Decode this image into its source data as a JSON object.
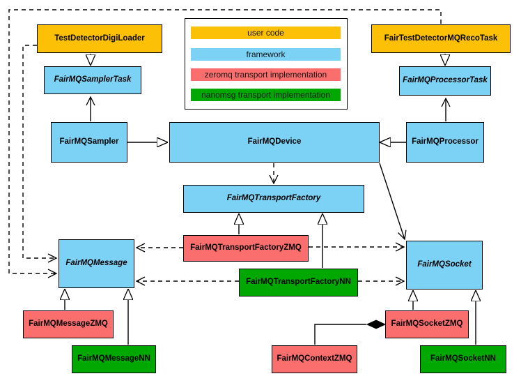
{
  "diagram": {
    "kind": "UML class diagram",
    "subject": "FairMQ framework transport classes"
  },
  "colors": {
    "user_code": "#FCC107",
    "framework": "#7CD2F5",
    "zeromq": "#FA6E6E",
    "nanomsg": "#01A801",
    "border": "#000000",
    "background": "#FFFFFF"
  },
  "legend": {
    "items": [
      {
        "label": "user code",
        "color": "#FCC107"
      },
      {
        "label": "framework",
        "color": "#7CD2F5"
      },
      {
        "label": "zeromq transport implementation",
        "color": "#FA6E6E"
      },
      {
        "label": "nanomsg transport implementation",
        "color": "#01A801"
      }
    ]
  },
  "classes": {
    "testDetectorDigiLoader": {
      "label": "TestDetectorDigiLoader",
      "category": "user_code",
      "abstract": false
    },
    "fairTestDetectorMQRecoTask": {
      "label": "FairTestDetectorMQRecoTask",
      "category": "user_code",
      "abstract": false
    },
    "fairMQSamplerTask": {
      "label": "FairMQSamplerTask",
      "category": "framework",
      "abstract": true
    },
    "fairMQProcessorTask": {
      "label": "FairMQProcessorTask",
      "category": "framework",
      "abstract": true
    },
    "fairMQSampler": {
      "label": "FairMQSampler",
      "category": "framework",
      "abstract": false
    },
    "fairMQDevice": {
      "label": "FairMQDevice",
      "category": "framework",
      "abstract": false
    },
    "fairMQProcessor": {
      "label": "FairMQProcessor",
      "category": "framework",
      "abstract": false
    },
    "fairMQTransportFactory": {
      "label": "FairMQTransportFactory",
      "category": "framework",
      "abstract": true
    },
    "fairMQTransportFactoryZMQ": {
      "label": "FairMQTransportFactoryZMQ",
      "category": "zeromq",
      "abstract": false
    },
    "fairMQTransportFactoryNN": {
      "label": "FairMQTransportFactoryNN",
      "category": "nanomsg",
      "abstract": false
    },
    "fairMQMessage": {
      "label": "FairMQMessage",
      "category": "framework",
      "abstract": true
    },
    "fairMQSocket": {
      "label": "FairMQSocket",
      "category": "framework",
      "abstract": true
    },
    "fairMQMessageZMQ": {
      "label": "FairMQMessageZMQ",
      "category": "zeromq",
      "abstract": false
    },
    "fairMQMessageNN": {
      "label": "FairMQMessageNN",
      "category": "nanomsg",
      "abstract": false
    },
    "fairMQSocketZMQ": {
      "label": "FairMQSocketZMQ",
      "category": "zeromq",
      "abstract": false
    },
    "fairMQSocketNN": {
      "label": "FairMQSocketNN",
      "category": "nanomsg",
      "abstract": false
    },
    "fairMQContextZMQ": {
      "label": "FairMQContextZMQ",
      "category": "zeromq",
      "abstract": false
    }
  },
  "relationships": [
    {
      "from": "TestDetectorDigiLoader",
      "to": "FairMQSamplerTask",
      "type": "inheritance"
    },
    {
      "from": "FairTestDetectorMQRecoTask",
      "to": "FairMQProcessorTask",
      "type": "inheritance"
    },
    {
      "from": "FairMQSampler",
      "to": "FairMQDevice",
      "type": "inheritance"
    },
    {
      "from": "FairMQProcessor",
      "to": "FairMQDevice",
      "type": "inheritance"
    },
    {
      "from": "FairMQSampler",
      "to": "FairMQSamplerTask",
      "type": "association"
    },
    {
      "from": "FairMQProcessor",
      "to": "FairMQProcessorTask",
      "type": "association"
    },
    {
      "from": "FairMQDevice",
      "to": "FairMQTransportFactory",
      "type": "dependency-dashed"
    },
    {
      "from": "FairMQDevice",
      "to": "FairMQSocket",
      "type": "association"
    },
    {
      "from": "FairMQTransportFactoryZMQ",
      "to": "FairMQTransportFactory",
      "type": "inheritance"
    },
    {
      "from": "FairMQTransportFactoryNN",
      "to": "FairMQTransportFactory",
      "type": "inheritance"
    },
    {
      "from": "FairMQTransportFactoryZMQ",
      "to": "FairMQMessage",
      "type": "dependency-dashed"
    },
    {
      "from": "FairMQTransportFactoryZMQ",
      "to": "FairMQSocket",
      "type": "dependency-dashed"
    },
    {
      "from": "FairMQTransportFactoryNN",
      "to": "FairMQMessage",
      "type": "dependency-dashed"
    },
    {
      "from": "FairMQTransportFactoryNN",
      "to": "FairMQSocket",
      "type": "dependency-dashed"
    },
    {
      "from": "TestDetectorDigiLoader",
      "to": "FairMQMessage",
      "type": "dependency-dashed"
    },
    {
      "from": "FairTestDetectorMQRecoTask",
      "to": "FairMQMessage",
      "type": "dependency-dashed"
    },
    {
      "from": "FairMQMessageZMQ",
      "to": "FairMQMessage",
      "type": "inheritance"
    },
    {
      "from": "FairMQMessageNN",
      "to": "FairMQMessage",
      "type": "inheritance"
    },
    {
      "from": "FairMQSocketZMQ",
      "to": "FairMQSocket",
      "type": "inheritance"
    },
    {
      "from": "FairMQSocketNN",
      "to": "FairMQSocket",
      "type": "inheritance"
    },
    {
      "from": "FairMQContextZMQ",
      "to": "FairMQSocketZMQ",
      "type": "aggregation"
    }
  ]
}
